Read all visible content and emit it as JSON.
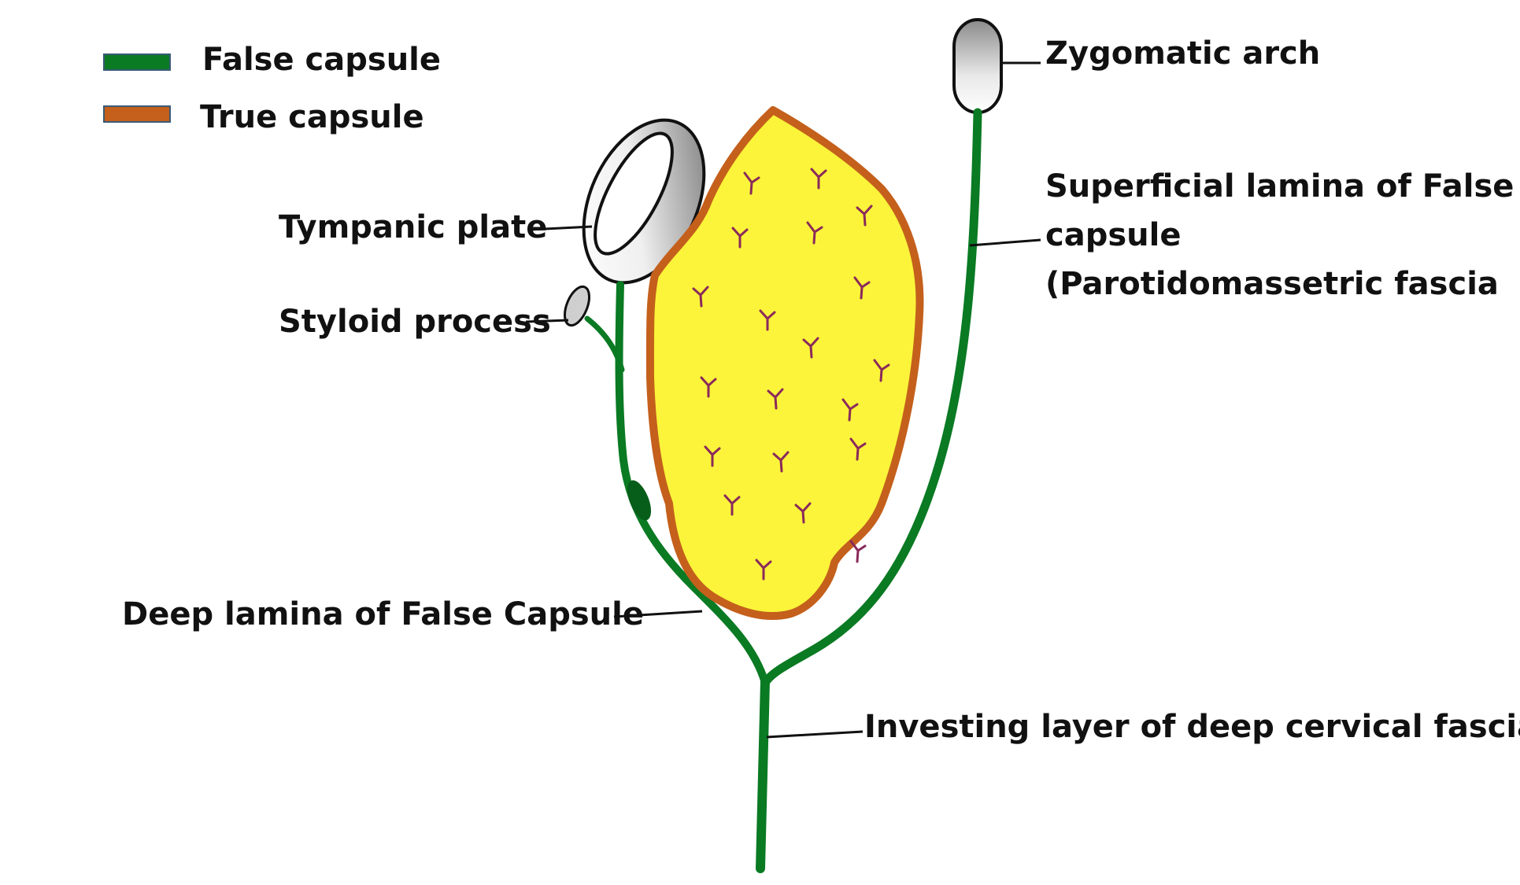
{
  "legend": {
    "items": [
      {
        "label": "False capsule",
        "color": "#0a7a23"
      },
      {
        "label": "True capsule",
        "color": "#c4601c"
      }
    ]
  },
  "labels": {
    "zygomatic_arch": "Zygomatic arch",
    "tympanic_plate": "Tympanic plate",
    "styloid_process": "Styloid process",
    "superficial_lamina": {
      "line1": "Superficial lamina of False",
      "line2": "capsule",
      "line3": "(Parotidomassetric fascia"
    },
    "deep_lamina": "Deep lamina of False Capsule",
    "investing_layer": "Investing layer of deep cervical fascia"
  },
  "colors": {
    "false_capsule": "#0a7a23",
    "true_capsule": "#c4601c",
    "gland_fill": "#fbf43a",
    "gland_marks": "#8a2a5a",
    "leader_line": "#111111"
  }
}
